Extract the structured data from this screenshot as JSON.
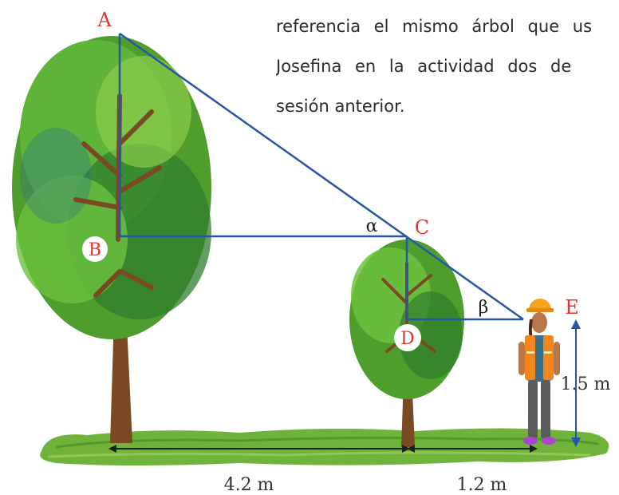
{
  "text": {
    "lines": [
      "referencia el mismo árbol que us",
      "Josefina en la actividad dos de",
      "sesión anterior."
    ]
  },
  "points": {
    "a": "A",
    "b": "B",
    "c": "C",
    "d": "D",
    "e": "E"
  },
  "angles": {
    "alpha": "α",
    "beta": "β"
  },
  "measures": {
    "distance_trees": "4.2 m",
    "distance_person": "1.2 m",
    "eye_height": "1.5 m"
  },
  "colors": {
    "construction_line": "#2457a6",
    "point_label": "#e8322a",
    "grass": "#6fb33a",
    "foliage": "#4f9d2c",
    "trunk": "#7a4a24",
    "vest": "#f0861c",
    "helmet": "#f5a31a"
  }
}
